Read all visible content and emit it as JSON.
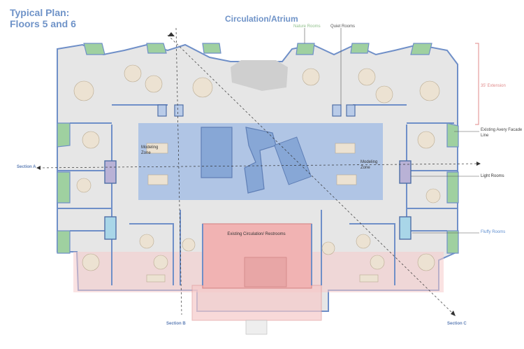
{
  "title": {
    "line1": "Typical Plan:",
    "line2": "Floors 5 and 6"
  },
  "labels": {
    "atrium": "Circulation/Atrium",
    "nature_rooms": "Nature Rooms",
    "quiet_rooms": "Quiet Rooms",
    "extension": "35' Extension",
    "facade_line": "Existing Avery Facade Line",
    "section_a": "Section A",
    "section_b": "Section B",
    "section_c": "Section C",
    "modeling_zone": "Modeling Zone",
    "light_rooms": "Light Rooms",
    "fluffy_rooms": "Fluffy Rooms",
    "existing_circulation": "Existing Circulation/ Restrooms"
  },
  "colors": {
    "title_blue": "#6f93c8",
    "room_outline": "#6f8fc8",
    "atrium_fill": "#9db9e4",
    "circulation_fill": "#f1b3b3",
    "nature_green": "#9fd0a0",
    "light_room": "#b9b2d6",
    "fluffy_room": "#a9d6e8",
    "extension_red": "#e08a8a"
  }
}
